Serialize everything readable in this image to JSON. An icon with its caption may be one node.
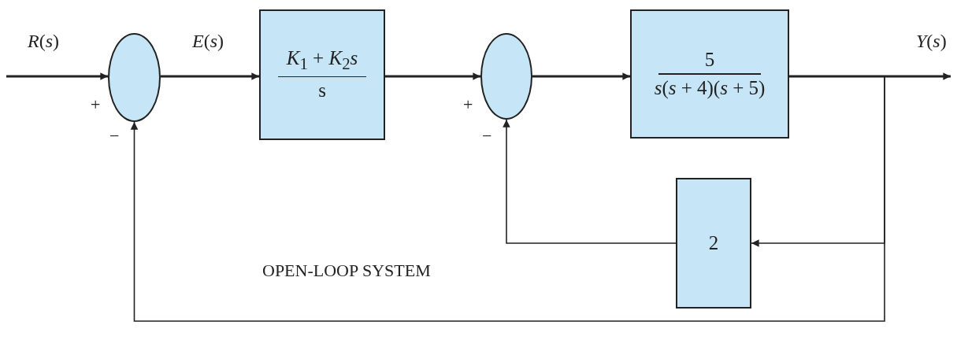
{
  "diagram": {
    "nodes": [
      {
        "text": [],
        "shape": "circle",
        "beside": [
          "+",
          "−"
        ]
      },
      {
        "text": [
          "*K*$_{1}$ + *K*$_{2}$*s*",
          "s"
        ]
      },
      {
        "text": [],
        "shape": "circle",
        "beside": [
          "+",
          "−"
        ]
      },
      {
        "text": [
          "5",
          "*s*(*s* + 4)(*s* + 5)"
        ]
      },
      {
        "text": [
          "2"
        ]
      }
    ],
    "edges": [
      {
        "from": null,
        "to": 0,
        "arrow": "to",
        "label": "*R*(*s*)"
      },
      {
        "from": 0,
        "to": 1,
        "arrow": "to",
        "label": "*E*(*s*)"
      },
      {
        "from": 1,
        "to": 2,
        "arrow": "to"
      },
      {
        "from": 2,
        "to": 3,
        "arrow": "to"
      },
      {
        "from": 3,
        "to": null,
        "arrow": "to",
        "label": "*Y*(*s*)"
      },
      {
        "from": 3,
        "to": 4,
        "arrow": "to"
      },
      {
        "from": 4,
        "to": 2,
        "arrow": "to"
      },
      {
        "from": 3,
        "to": 0,
        "arrow": "to"
      }
    ],
    "labels": [
      "OPEN-LOOP SYSTEM"
    ]
  }
}
